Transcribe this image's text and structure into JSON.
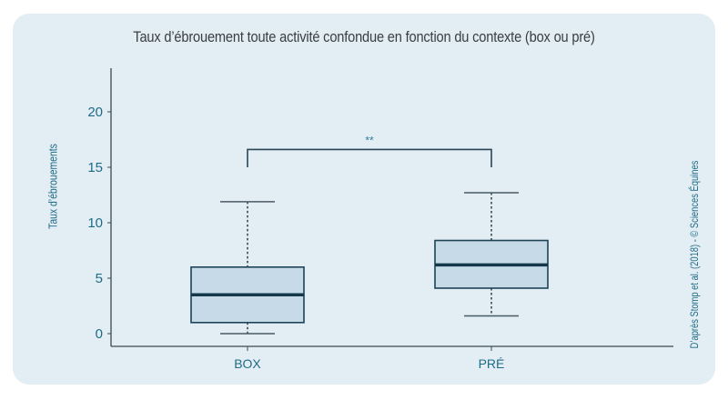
{
  "chart_data": {
    "type": "boxplot",
    "title": "Taux d’ébrouement toute activité confondue en fonction du contexte (box ou pré)",
    "xlabel": "",
    "ylabel": "Taux d’ébrouements",
    "ylim": [
      0,
      23
    ],
    "yticks": [
      0,
      5,
      10,
      15,
      20
    ],
    "categories": [
      "BOX",
      "PRÉ"
    ],
    "series": [
      {
        "name": "BOX",
        "whisker_low": 0,
        "q1": 1,
        "median": 3.5,
        "q3": 6,
        "whisker_high": 11.9
      },
      {
        "name": "PRÉ",
        "whisker_low": 1.6,
        "q1": 4.1,
        "median": 6.2,
        "q3": 8.4,
        "whisker_high": 12.7
      }
    ],
    "annotations": [
      {
        "type": "significance-bracket",
        "from": "BOX",
        "to": "PRÉ",
        "label": "**",
        "y": 16.6
      }
    ],
    "grid": false,
    "legend": null,
    "colors": {
      "box_fill": "#c6dbe7",
      "box_stroke": "#1d4357",
      "median": "#15384b",
      "text": "#1f6b86",
      "background": "#e2edf4"
    }
  },
  "credit": "D’après Stomp et al. (2018) - © Sciences Équines"
}
